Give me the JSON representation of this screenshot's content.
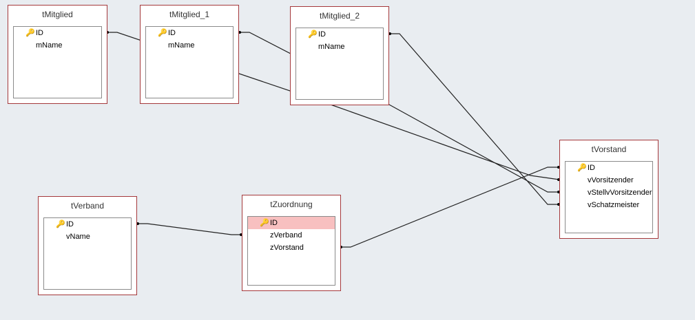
{
  "tables": [
    {
      "name": "tMitglied",
      "fields": [
        {
          "name": "ID",
          "pk": true
        },
        {
          "name": "mName"
        }
      ]
    },
    {
      "name": "tMitglied_1",
      "fields": [
        {
          "name": "ID",
          "pk": true
        },
        {
          "name": "mName"
        }
      ]
    },
    {
      "name": "tMitglied_2",
      "fields": [
        {
          "name": "ID",
          "pk": true
        },
        {
          "name": "mName"
        }
      ]
    },
    {
      "name": "tVorstand",
      "fields": [
        {
          "name": "ID",
          "pk": true
        },
        {
          "name": "vVorsitzender"
        },
        {
          "name": "vStellvVorsitzender"
        },
        {
          "name": "vSchatzmeister"
        }
      ]
    },
    {
      "name": "tVerband",
      "fields": [
        {
          "name": "ID",
          "pk": true
        },
        {
          "name": "vName"
        }
      ]
    },
    {
      "name": "tZuordnung",
      "fields": [
        {
          "name": "ID",
          "pk": true,
          "selected": true
        },
        {
          "name": "zVerband"
        },
        {
          "name": "zVorstand"
        }
      ]
    }
  ],
  "colors": {
    "table_border": "#a4373a",
    "selection": "#f8c0c0",
    "background": "#e9edf1"
  }
}
